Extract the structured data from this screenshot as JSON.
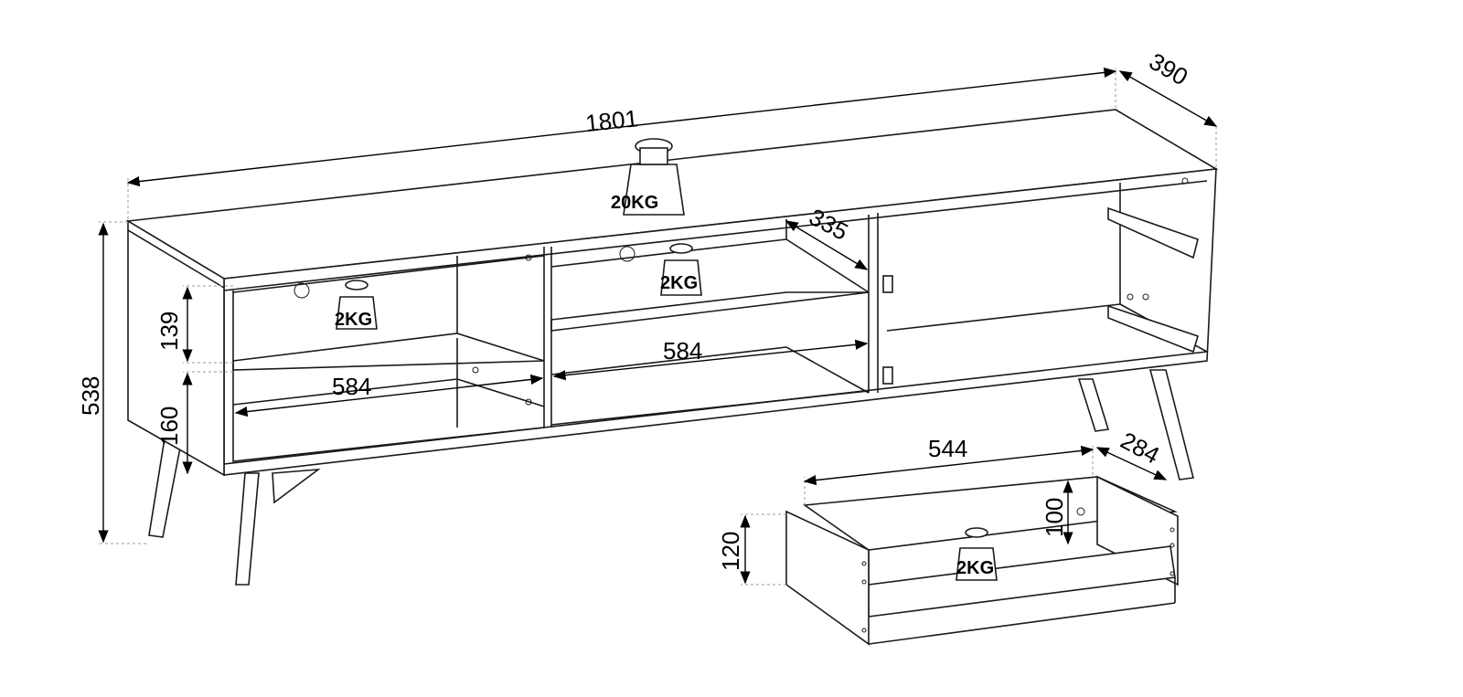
{
  "dimensions": {
    "width": "1801",
    "depth": "390",
    "height": "538",
    "shelf_gap": "139",
    "bottom_gap": "160",
    "left_compartment_width": "584",
    "middle_compartment_width": "584",
    "shelf_depth": "335",
    "drawer_width": "544",
    "drawer_depth": "284",
    "drawer_height": "120",
    "drawer_inner_height": "100"
  },
  "loads": {
    "top": "20KG",
    "left_shelf": "2KG",
    "middle_shelf": "2KG",
    "drawer": "2KG"
  }
}
